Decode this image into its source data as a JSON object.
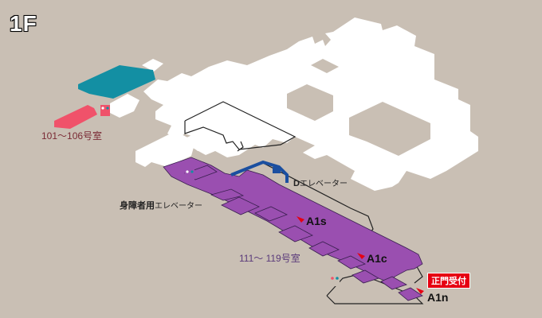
{
  "floor": "1F",
  "labels": {
    "rooms_101_106": "101〜106号室",
    "rooms_111_119_a": "111〜",
    "rooms_111_119_b": "119号室",
    "elevator_d_prefix": "D",
    "elevator_d": "エレベーター",
    "accessible_elevator_prefix": "身障者用",
    "accessible_elevator": "エレベーター",
    "a1s": "A1s",
    "a1c": "A1c",
    "a1n": "A1n",
    "main_entrance": "正門受付"
  },
  "colors": {
    "background": "#c9bfb4",
    "building": "#ffffff",
    "teal": "#138fa3",
    "pink": "#f0526a",
    "purple": "#9a4fb0",
    "elevator_blue": "#1b4fa0",
    "entrance_red": "#e60012"
  },
  "icons": [
    "restroom-icon",
    "accessible-restroom-icon",
    "red-pointer-arrow"
  ]
}
